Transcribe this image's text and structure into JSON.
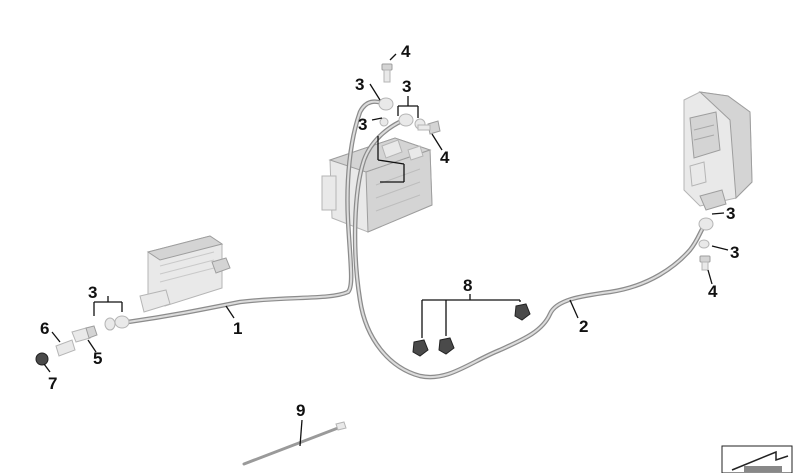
{
  "callouts": {
    "c1": "1",
    "c2": "2",
    "c3a": "3",
    "c3b": "3",
    "c3c": "3",
    "c3d": "3",
    "c3e": "3",
    "c3f": "3",
    "c4a": "4",
    "c4b": "4",
    "c4c": "4",
    "c5": "5",
    "c6": "6",
    "c7": "7",
    "c8": "8",
    "c9": "9"
  },
  "icons": {
    "corner": "diagonal-arrow-icon"
  }
}
